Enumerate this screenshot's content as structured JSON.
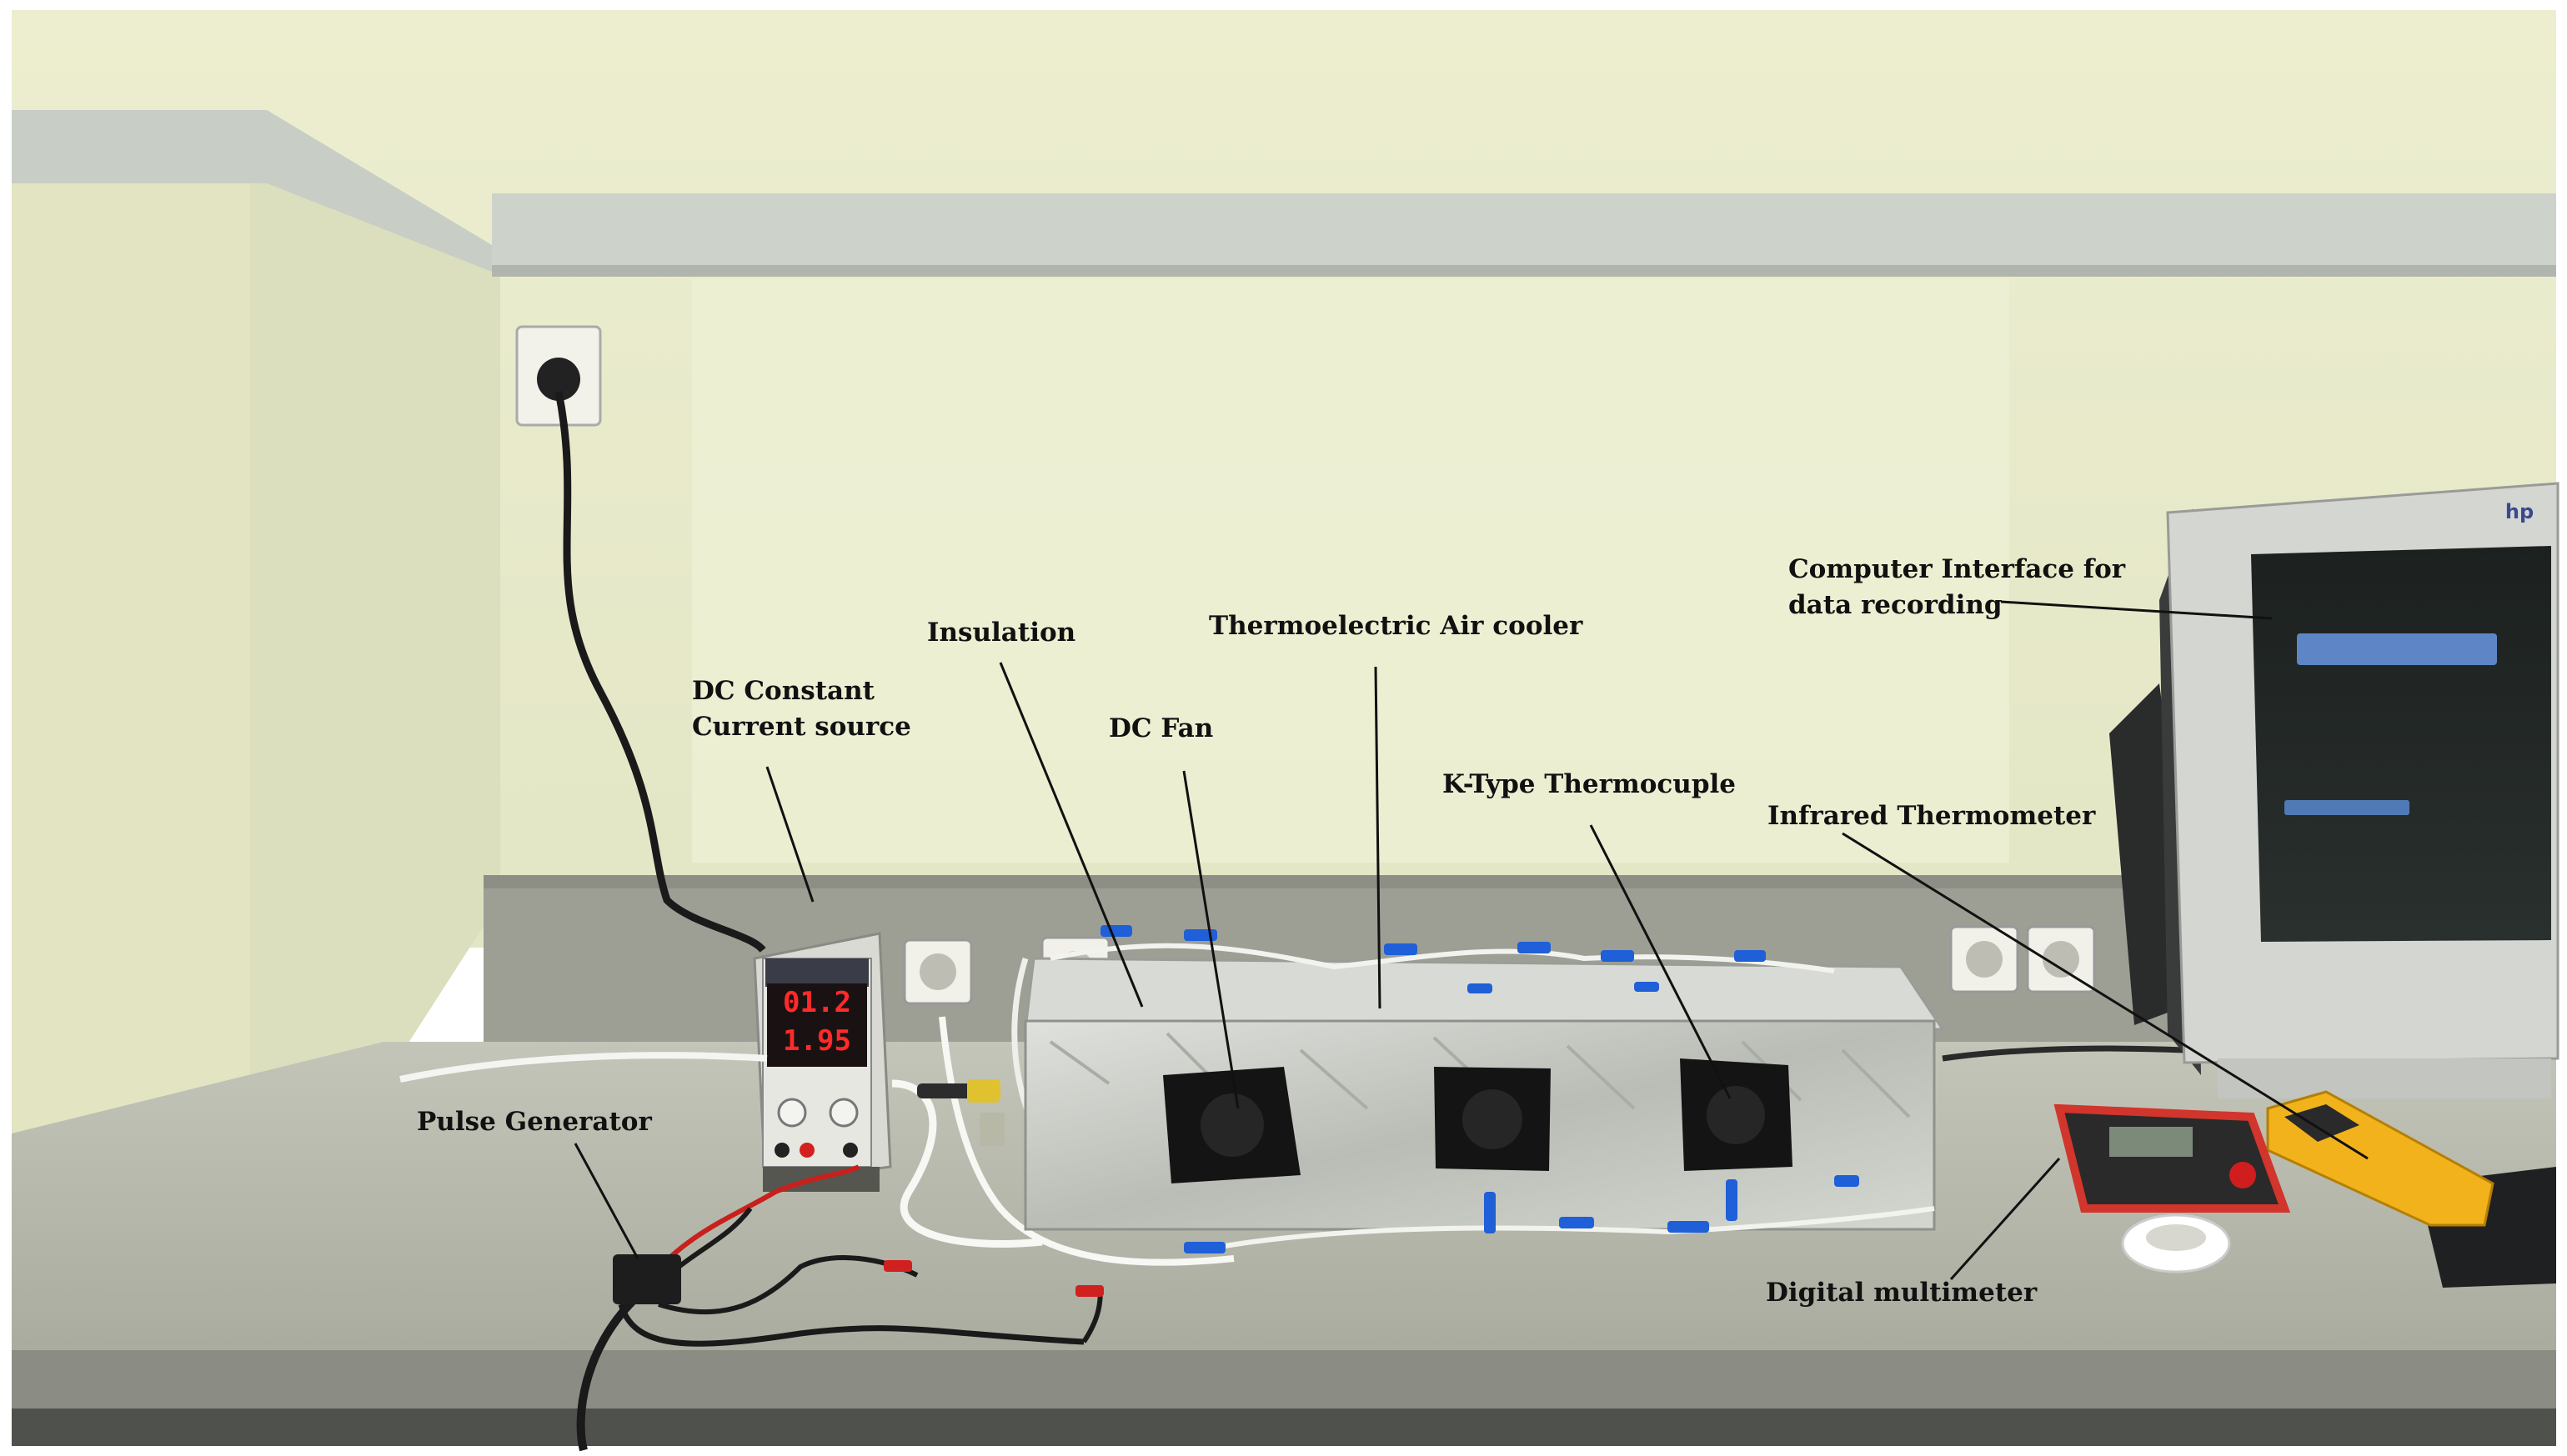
{
  "labels": {
    "dc_source": [
      "DC Constant",
      "Current source"
    ],
    "insulation": "Insulation",
    "air_cooler": "Thermoelectric Air cooler",
    "dc_fan": "DC Fan",
    "thermocouple": "K-Type Thermocuple",
    "infrared": "Infrared Thermometer",
    "computer": [
      "Computer Interface for",
      "data recording"
    ],
    "pulse_generator": "Pulse Generator",
    "multimeter": "Digital multimeter"
  },
  "power_supply_display": {
    "voltage": "01.2",
    "current": "1.95"
  },
  "monitor_brand": "hp",
  "colors": {
    "wall": "#e9ebcc",
    "foil": "#c9ccc7",
    "desk": "#b2b4a8",
    "display_red": "#ff2a2a",
    "tape_blue": "#1f5fd8",
    "meter_yellow": "#f2b21c"
  }
}
